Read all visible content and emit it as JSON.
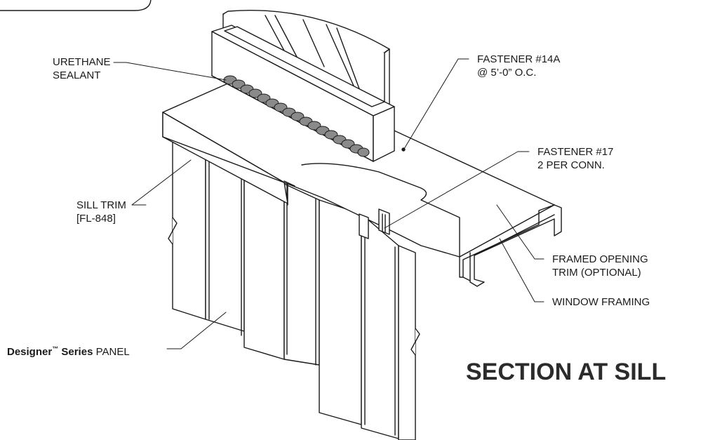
{
  "labels": {
    "urethane_line1": "URETHANE",
    "urethane_line2": "SEALANT",
    "fastener14_line1": "FASTENER #14A",
    "fastener14_line2": "@ 5’-0” O.C.",
    "fastener17_line1": "FASTENER #17",
    "fastener17_line2": "2 PER CONN.",
    "sill_line1": "SILL TRIM",
    "sill_line2": "[FL-848]",
    "framed_line1": "FRAMED OPENING",
    "framed_line2": "TRIM (OPTIONAL)",
    "window_framing": "WINDOW FRAMING",
    "panel_brand": "Designer",
    "panel_tm": "™",
    "panel_series": " Series",
    "panel_word": " PANEL"
  },
  "title": "SECTION AT SILL"
}
